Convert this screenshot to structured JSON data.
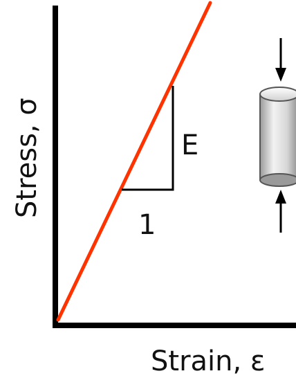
{
  "diagram": {
    "y_axis_label": "Stress, σ",
    "x_axis_label": "Strain, ε",
    "slope_rise_label": "E",
    "slope_run_label": "1",
    "colors": {
      "line": "#ff3300",
      "axes": "#000000",
      "triangle": "#000000"
    },
    "specimen_icon": "compressed-cylinder-icon"
  }
}
